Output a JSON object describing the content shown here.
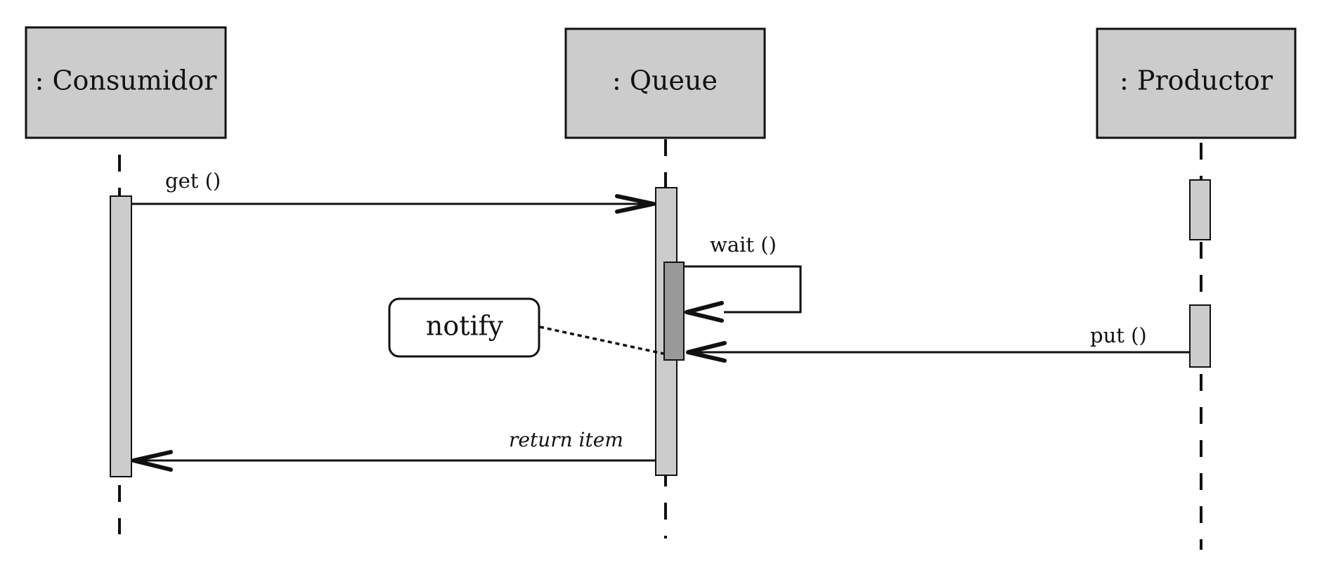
{
  "diagram": {
    "type": "uml-sequence",
    "participants": [
      {
        "id": "consumidor",
        "label": ": Consumidor"
      },
      {
        "id": "queue",
        "label": ": Queue"
      },
      {
        "id": "productor",
        "label": ": Productor"
      }
    ],
    "messages": [
      {
        "id": "get",
        "from": "consumidor",
        "to": "queue",
        "label": "get ()",
        "style": "sync"
      },
      {
        "id": "wait",
        "from": "queue",
        "to": "queue",
        "label": "wait ()",
        "style": "self"
      },
      {
        "id": "put",
        "from": "productor",
        "to": "queue",
        "label": "put ()",
        "style": "sync"
      },
      {
        "id": "return",
        "from": "queue",
        "to": "consumidor",
        "label": "return item",
        "style": "return"
      }
    ],
    "note": {
      "label": "notify",
      "attached_to": "queue"
    },
    "colors": {
      "participant_fill": "#cccccc",
      "activation_fill": "#cccccc",
      "nested_activation_fill": "#999999",
      "stroke": "#111111"
    }
  }
}
